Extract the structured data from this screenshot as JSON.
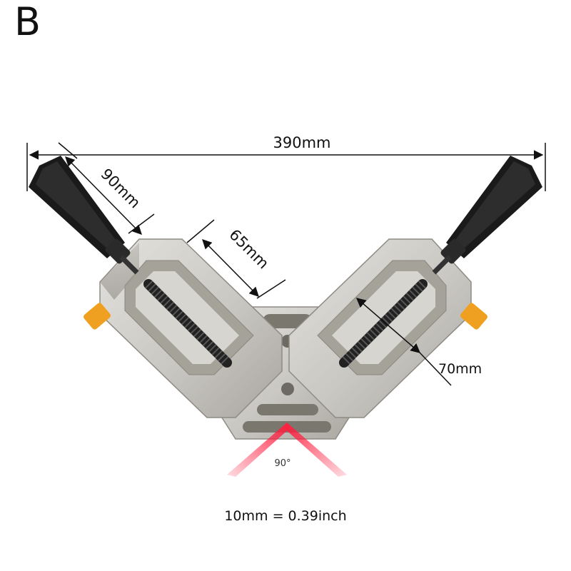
{
  "panel_label": "B",
  "dimensions": {
    "overall_width": "390mm",
    "handle_length": "90mm",
    "jaw_width": "65mm",
    "jaw_depth": "70mm",
    "angle": "90°"
  },
  "conversion_note": "10mm = 0.39inch",
  "colors": {
    "aluminum": "#c9c7c2",
    "aluminum_dark": "#9b9890",
    "handle": "#1a1a1a",
    "laser": "#e01030",
    "knob": "#f0a020"
  }
}
